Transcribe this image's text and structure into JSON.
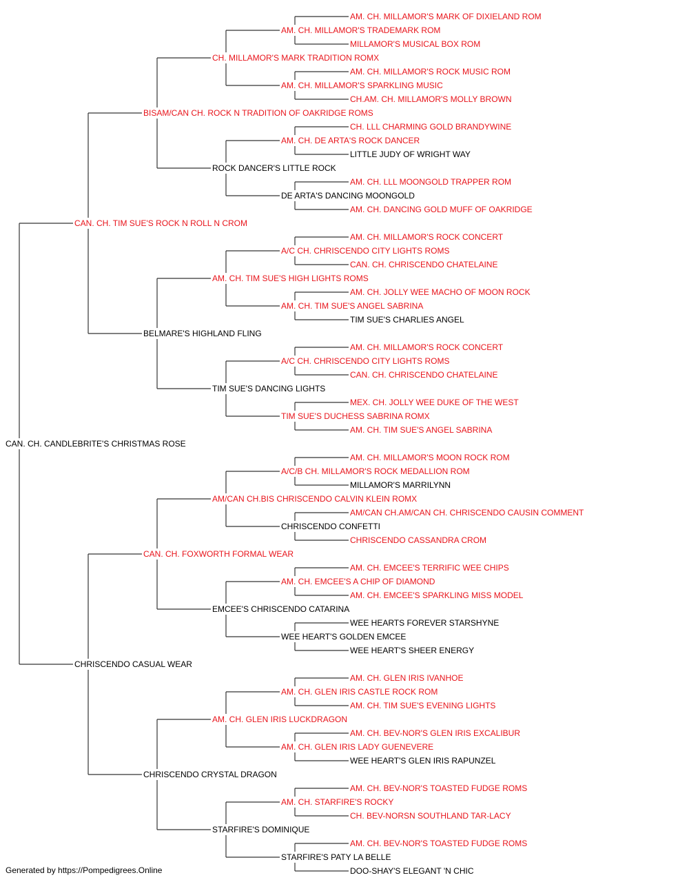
{
  "colors": {
    "champion": "#e8141b",
    "regular": "#000000",
    "line": "#333333"
  },
  "pedigree": {
    "name": "CAN. CH. CANDLEBRITE'S CHRISTMAS ROSE",
    "champion": false,
    "sire": {
      "name": "CAN. CH. TIM SUE'S ROCK N ROLL N CROM",
      "champion": true,
      "sire": {
        "name": "BISAM/CAN CH. ROCK N TRADITION OF OAKRIDGE ROMS",
        "champion": true,
        "sire": {
          "name": "CH. MILLAMOR'S MARK TRADITION ROMX",
          "champion": true,
          "sire": {
            "name": "AM. CH. MILLAMOR'S TRADEMARK ROM",
            "champion": true,
            "sire": {
              "name": "AM. CH. MILLAMOR'S MARK OF DIXIELAND ROM",
              "champion": true
            },
            "dam": {
              "name": "MILLAMOR'S MUSICAL BOX ROM",
              "champion": true
            }
          },
          "dam": {
            "name": "AM. CH. MILLAMOR'S SPARKLING MUSIC",
            "champion": true,
            "sire": {
              "name": "AM. CH. MILLAMOR'S ROCK MUSIC ROM",
              "champion": true
            },
            "dam": {
              "name": "CH.AM. CH. MILLAMOR'S MOLLY BROWN",
              "champion": true
            }
          }
        },
        "dam": {
          "name": "ROCK DANCER'S LITTLE ROCK",
          "champion": false,
          "sire": {
            "name": "AM. CH. DE ARTA'S ROCK DANCER",
            "champion": true,
            "sire": {
              "name": "CH. LLL CHARMING GOLD BRANDYWINE",
              "champion": true
            },
            "dam": {
              "name": "LITTLE JUDY OF WRIGHT WAY",
              "champion": false
            }
          },
          "dam": {
            "name": "DE ARTA'S DANCING MOONGOLD",
            "champion": false,
            "sire": {
              "name": "AM. CH. LLL MOONGOLD TRAPPER ROM",
              "champion": true
            },
            "dam": {
              "name": "AM. CH. DANCING GOLD MUFF OF OAKRIDGE",
              "champion": true
            }
          }
        }
      },
      "dam": {
        "name": "BELMARE'S HIGHLAND FLING",
        "champion": false,
        "sire": {
          "name": "AM. CH. TIM SUE'S HIGH LIGHTS ROMS",
          "champion": true,
          "sire": {
            "name": "A/C CH. CHRISCENDO CITY LIGHTS ROMS",
            "champion": true,
            "sire": {
              "name": "AM. CH. MILLAMOR'S ROCK CONCERT",
              "champion": true
            },
            "dam": {
              "name": "CAN. CH. CHRISCENDO CHATELAINE",
              "champion": true
            }
          },
          "dam": {
            "name": "AM. CH. TIM SUE'S ANGEL SABRINA",
            "champion": true,
            "sire": {
              "name": "AM. CH. JOLLY WEE MACHO OF MOON ROCK",
              "champion": true
            },
            "dam": {
              "name": "TIM SUE'S CHARLIES ANGEL",
              "champion": false
            }
          }
        },
        "dam": {
          "name": "TIM SUE'S DANCING LIGHTS",
          "champion": false,
          "sire": {
            "name": "A/C CH. CHRISCENDO CITY LIGHTS ROMS",
            "champion": true,
            "sire": {
              "name": "AM. CH. MILLAMOR'S ROCK CONCERT",
              "champion": true
            },
            "dam": {
              "name": "CAN. CH. CHRISCENDO CHATELAINE",
              "champion": true
            }
          },
          "dam": {
            "name": "TIM SUE'S DUCHESS SABRINA ROMX",
            "champion": true,
            "sire": {
              "name": "MEX. CH. JOLLY WEE DUKE OF THE WEST",
              "champion": true
            },
            "dam": {
              "name": "AM. CH. TIM SUE'S ANGEL SABRINA",
              "champion": true
            }
          }
        }
      }
    },
    "dam": {
      "name": "CHRISCENDO CASUAL WEAR",
      "champion": false,
      "sire": {
        "name": "CAN. CH. FOXWORTH FORMAL WEAR",
        "champion": true,
        "sire": {
          "name": "AM/CAN CH.BIS CHRISCENDO CALVIN KLEIN ROMX",
          "champion": true,
          "sire": {
            "name": "A/C/B CH. MILLAMOR'S ROCK MEDALLION ROM",
            "champion": true,
            "sire": {
              "name": "AM. CH. MILLAMOR'S MOON ROCK ROM",
              "champion": true
            },
            "dam": {
              "name": "MILLAMOR'S MARRILYNN",
              "champion": false
            }
          },
          "dam": {
            "name": "CHRISCENDO CONFETTI",
            "champion": false,
            "sire": {
              "name": "AM/CAN CH.AM/CAN CH. CHRISCENDO CAUSIN COMMENT",
              "champion": true
            },
            "dam": {
              "name": "CHRISCENDO CASSANDRA CROM",
              "champion": true
            }
          }
        },
        "dam": {
          "name": "EMCEE'S CHRISCENDO CATARINA",
          "champion": false,
          "sire": {
            "name": "AM. CH. EMCEE'S A CHIP OF DIAMOND",
            "champion": true,
            "sire": {
              "name": "AM. CH. EMCEE'S TERRIFIC WEE CHIPS",
              "champion": true
            },
            "dam": {
              "name": "AM. CH. EMCEE'S SPARKLING MISS MODEL",
              "champion": true
            }
          },
          "dam": {
            "name": "WEE HEART'S GOLDEN EMCEE",
            "champion": false,
            "sire": {
              "name": "WEE HEARTS FOREVER STARSHYNE",
              "champion": false
            },
            "dam": {
              "name": "WEE HEART'S SHEER ENERGY",
              "champion": false
            }
          }
        }
      },
      "dam": {
        "name": "CHRISCENDO CRYSTAL DRAGON",
        "champion": false,
        "sire": {
          "name": "AM. CH. GLEN IRIS LUCKDRAGON",
          "champion": true,
          "sire": {
            "name": "AM. CH. GLEN IRIS CASTLE ROCK ROM",
            "champion": true,
            "sire": {
              "name": "AM. CH. GLEN IRIS IVANHOE",
              "champion": true
            },
            "dam": {
              "name": "AM. CH. TIM SUE'S EVENING LIGHTS",
              "champion": true
            }
          },
          "dam": {
            "name": "AM. CH. GLEN IRIS LADY GUENEVERE",
            "champion": true,
            "sire": {
              "name": "AM. CH. BEV-NOR'S GLEN IRIS EXCALIBUR",
              "champion": true
            },
            "dam": {
              "name": "WEE HEART'S GLEN IRIS RAPUNZEL",
              "champion": false
            }
          }
        },
        "dam": {
          "name": "STARFIRE'S DOMINIQUE",
          "champion": false,
          "sire": {
            "name": "AM. CH. STARFIRE'S ROCKY",
            "champion": true,
            "sire": {
              "name": "AM. CH. BEV-NOR'S TOASTED FUDGE ROMS",
              "champion": true
            },
            "dam": {
              "name": "CH. BEV-NORSN SOUTHLAND TAR-LACY",
              "champion": true
            }
          },
          "dam": {
            "name": "STARFIRE'S PATY LA BELLE",
            "champion": false,
            "sire": {
              "name": "AM. CH. BEV-NOR'S TOASTED FUDGE ROMS",
              "champion": true
            },
            "dam": {
              "name": "DOO-SHAY'S ELEGANT 'N CHIC",
              "champion": false
            }
          }
        }
      }
    }
  },
  "footer": {
    "text": "Generated by https://Pompedigrees.Online"
  }
}
